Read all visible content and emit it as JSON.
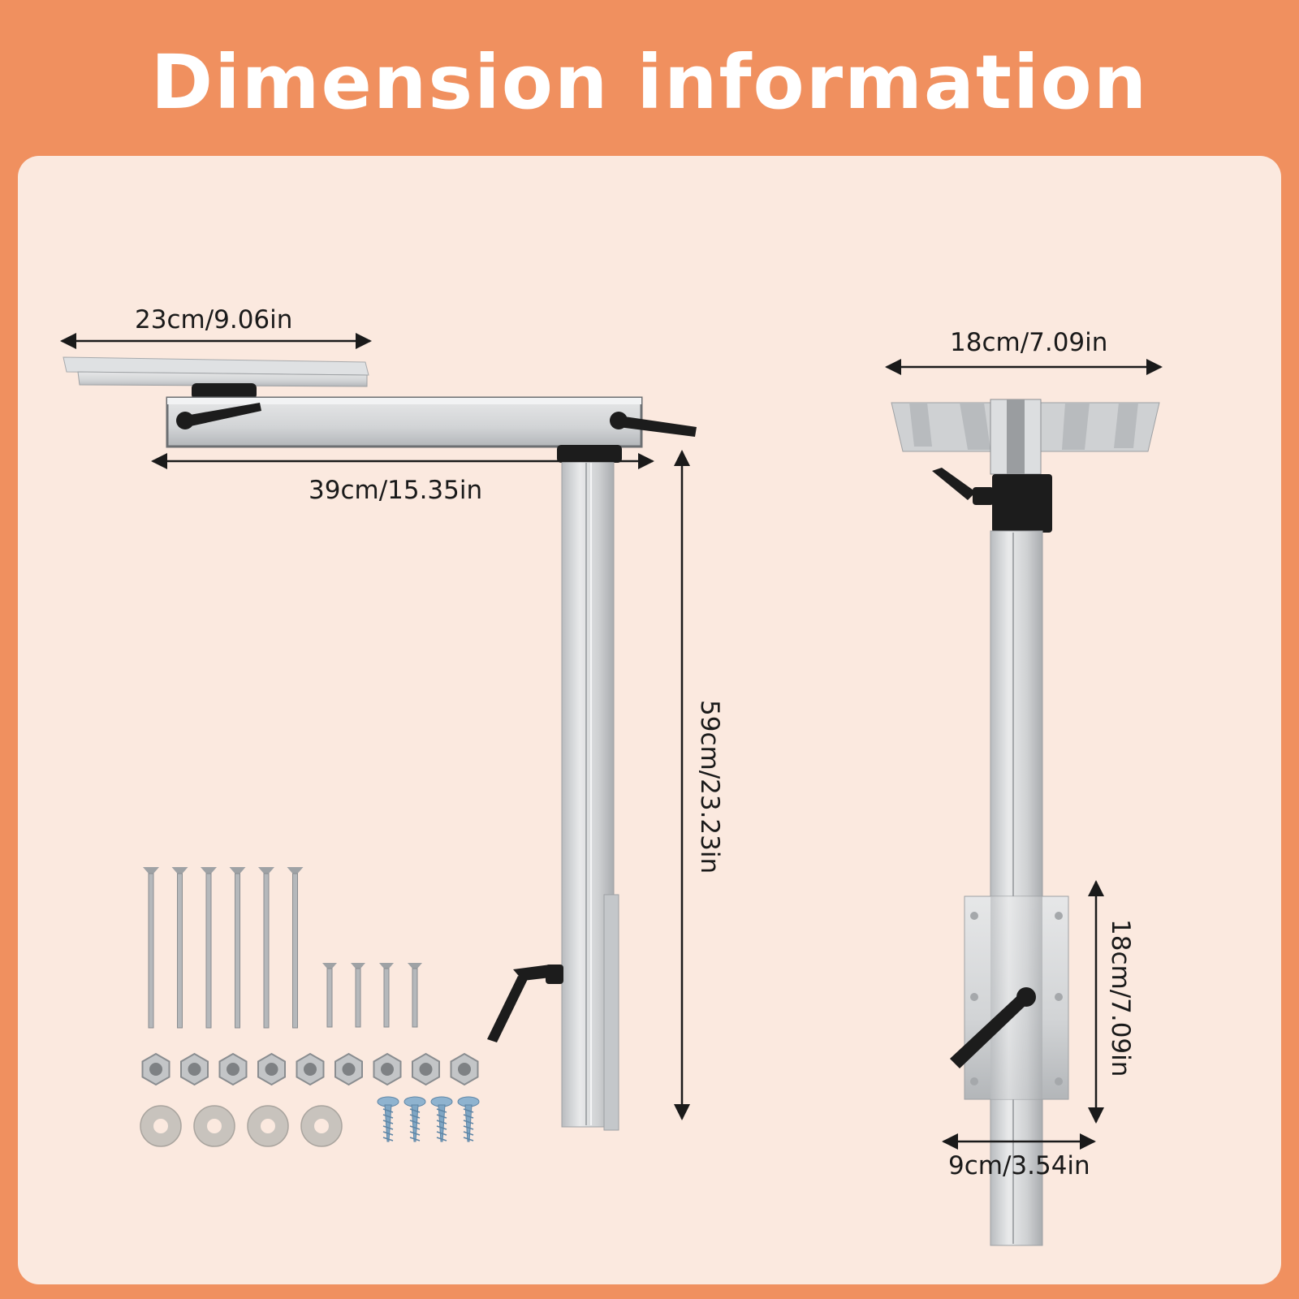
{
  "title": "Dimension information",
  "dimensions": {
    "top_plate_width": "23cm/9.06in",
    "arm_length": "39cm/15.35in",
    "column_height": "59cm/23.23in",
    "front_plate_width": "18cm/7.09in",
    "mount_plate_height": "18cm/7.09in",
    "mount_plate_width": "9cm/3.54in"
  },
  "colors": {
    "background": "#f0905f",
    "panel": "#fbe9df",
    "aluminum": "#cfd1d3",
    "black_parts": "#1c1c1c"
  },
  "hardware": {
    "long_bolts": 6,
    "short_bolts": 4,
    "hex_nuts": 9,
    "washers": 4,
    "wood_screws": 4
  }
}
